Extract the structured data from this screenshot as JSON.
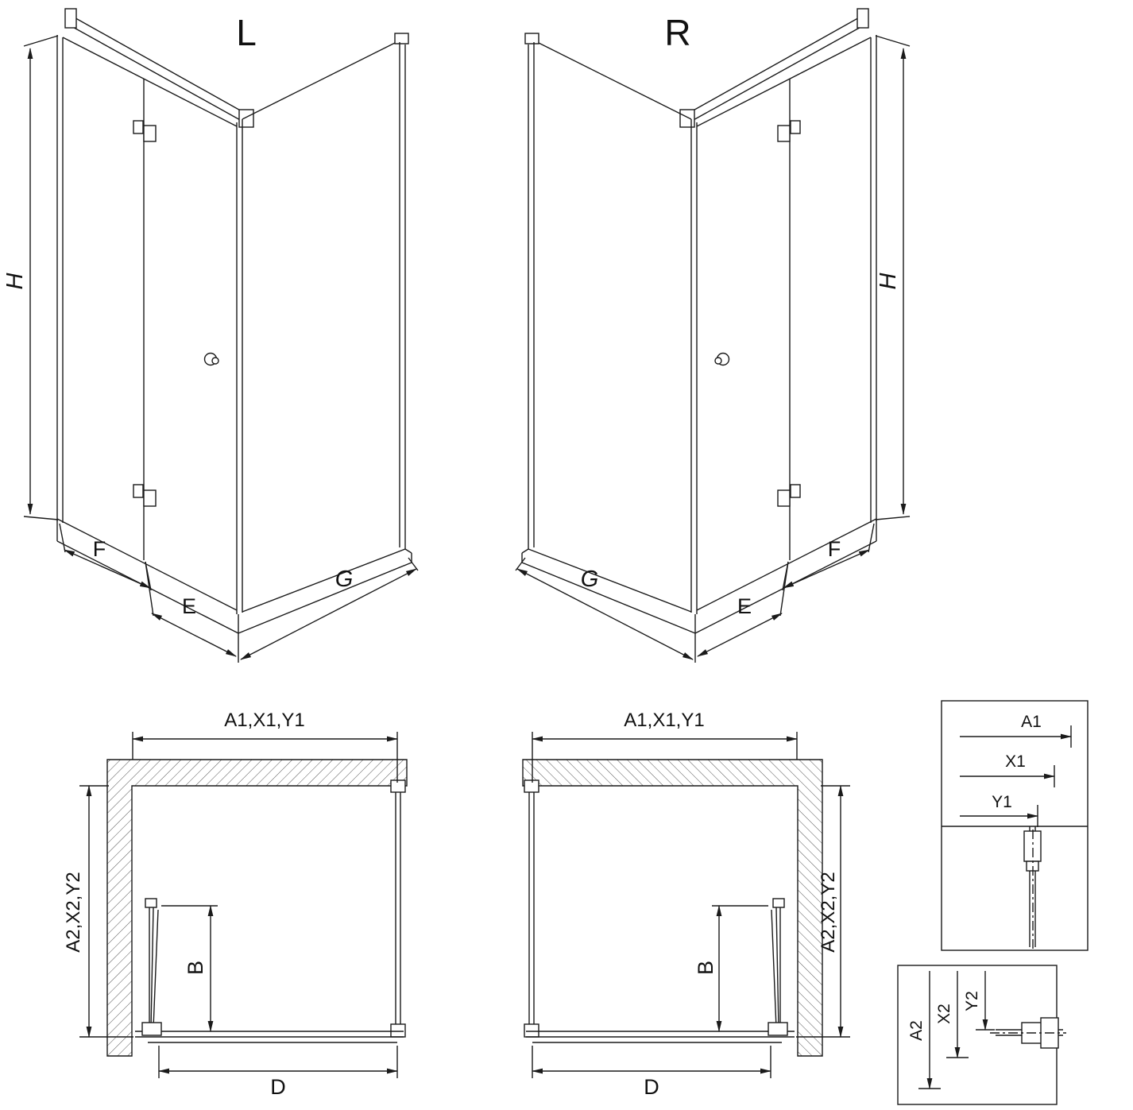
{
  "background": "#ffffff",
  "line_color": "#1a1a1a",
  "views": {
    "iso_left": {
      "title": "L",
      "dim_height": "H",
      "dim_fixed": "F",
      "dim_door": "E",
      "dim_side": "G"
    },
    "iso_right": {
      "title": "R",
      "dim_height": "H",
      "dim_fixed": "F",
      "dim_door": "E",
      "dim_side": "G"
    },
    "plan_left": {
      "dim_width": "A1,X1,Y1",
      "dim_depth": "A2,X2,Y2",
      "dim_b": "B",
      "dim_d": "D"
    },
    "plan_right": {
      "dim_width": "A1,X1,Y1",
      "dim_depth": "A2,X2,Y2",
      "dim_b": "B",
      "dim_d": "D"
    },
    "detail_top": {
      "dim_a1": "A1",
      "dim_x1": "X1",
      "dim_y1": "Y1"
    },
    "detail_bottom": {
      "dim_a2": "A2",
      "dim_x2": "X2",
      "dim_y2": "Y2"
    }
  }
}
